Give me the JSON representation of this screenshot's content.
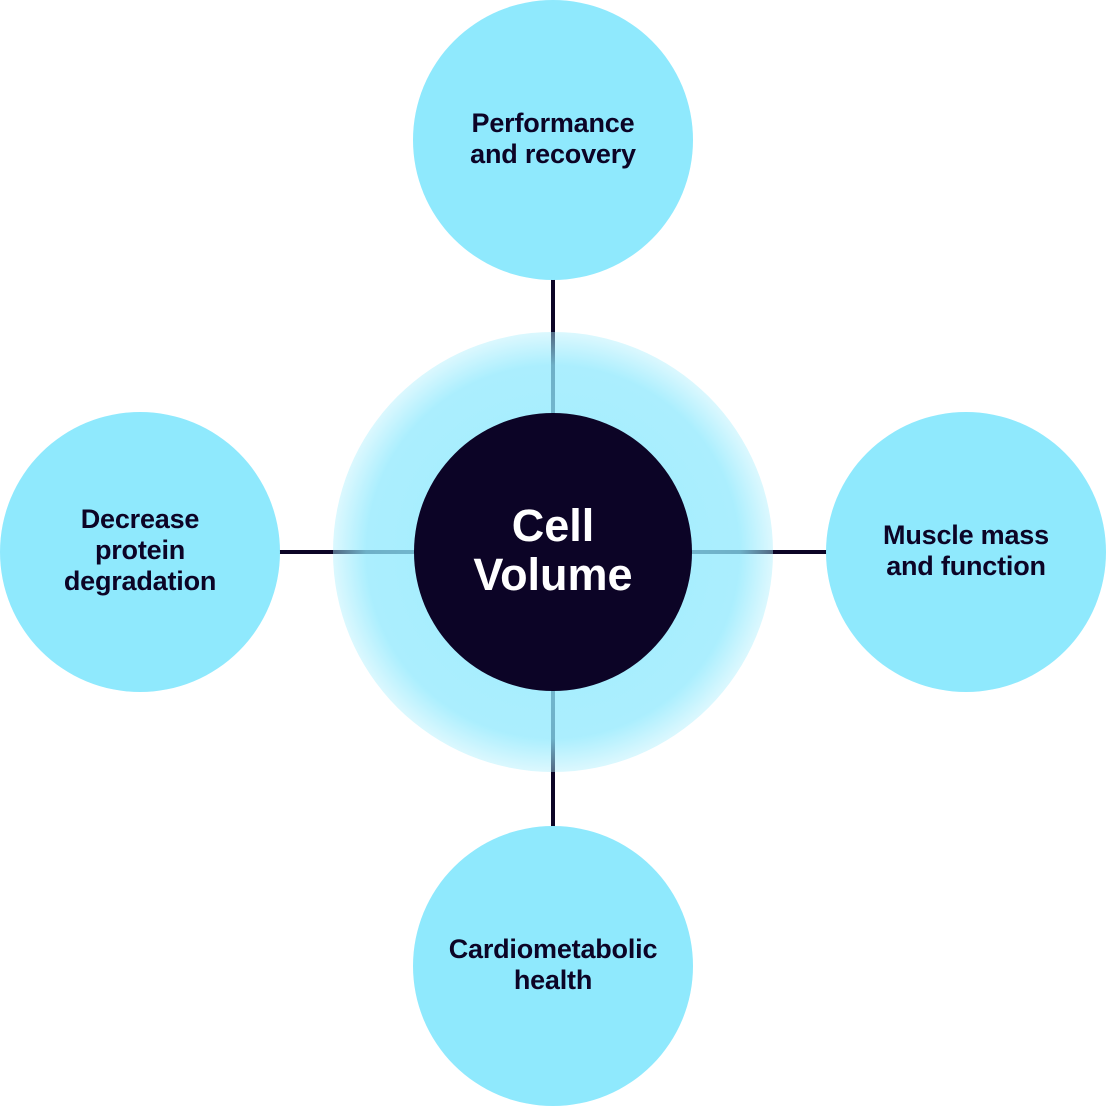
{
  "diagram": {
    "colors": {
      "center_fill": "#0c0426",
      "center_text": "#ffffff",
      "outer_fill": "#8fe9fd",
      "outer_text": "#0c0426",
      "connector": "#0c0426",
      "glow": "#8fe9fd"
    },
    "center": {
      "label": "Cell\nVolume"
    },
    "nodes": [
      {
        "position": "top",
        "label": "Performance\nand recovery"
      },
      {
        "position": "right",
        "label": "Muscle mass\nand function"
      },
      {
        "position": "bottom",
        "label": "Cardiometabolic\nhealth"
      },
      {
        "position": "left",
        "label": "Decrease\nprotein\ndegradation"
      }
    ]
  }
}
